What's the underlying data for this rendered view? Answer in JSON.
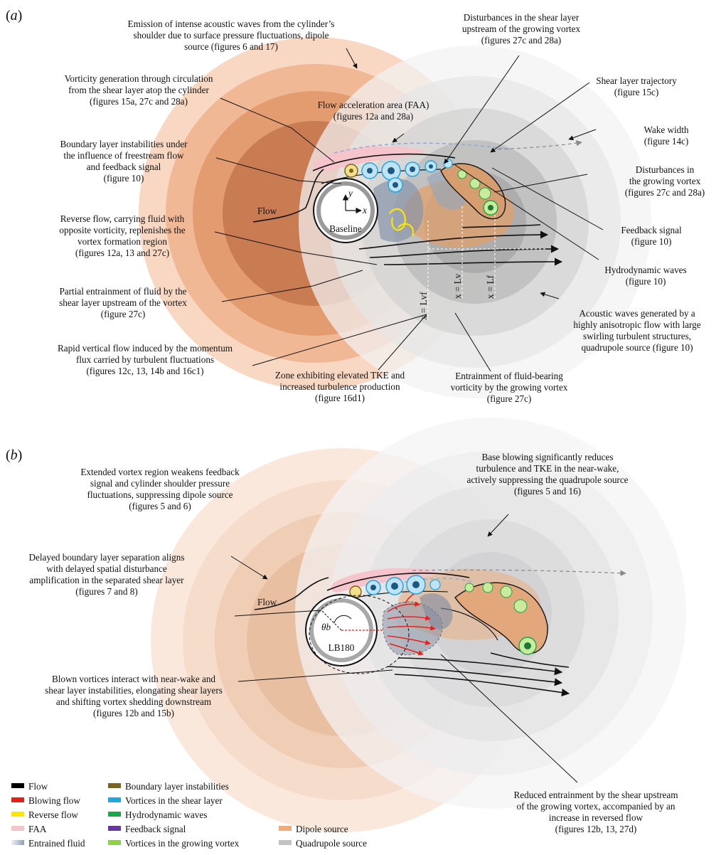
{
  "panel_a": {
    "label": "a",
    "cylinder_label": "Baseline",
    "flow_label": "Flow",
    "axis_x": "x",
    "axis_y": "y",
    "dim_labels": [
      "x = Lvf",
      "x = Lv",
      "x = Lf"
    ],
    "annotations": [
      {
        "id": "a-emission",
        "lines": [
          "Emission of intense acoustic waves from the cylinder’s",
          "shoulder due to surface pressure fluctuations, dipole",
          "source (figures 6 and 17)"
        ]
      },
      {
        "id": "a-vorticity-gen",
        "lines": [
          "Vorticity generation through circulation",
          "from the shear layer atop the cylinder",
          "(figures 15a, 27c and 28a)"
        ]
      },
      {
        "id": "a-faa",
        "lines": [
          "Flow acceleration area (FAA)",
          "(figures 12a and 28a)"
        ]
      },
      {
        "id": "a-bl-instab",
        "lines": [
          "Boundary layer instabilities under",
          "the influence of freestream flow",
          "and feedback signal",
          "(figure 10)"
        ]
      },
      {
        "id": "a-reverse",
        "lines": [
          "Reverse flow, carrying fluid with",
          "opposite vorticity, replenishes the",
          "vortex formation region",
          "(figures 12a, 13 and 27c)"
        ]
      },
      {
        "id": "a-partial",
        "lines": [
          "Partial entrainment of fluid by the",
          "shear layer upstream of the vortex",
          "(figure 27c)"
        ]
      },
      {
        "id": "a-rapid",
        "lines": [
          "Rapid vertical flow induced by the momentum",
          "flux carried by turbulent fluctuations",
          "(figures 12c, 13, 14b and 16c1)"
        ]
      },
      {
        "id": "a-tke",
        "lines": [
          "Zone exhibiting elevated TKE and",
          "increased turbulence production",
          "(figure 16d1)"
        ]
      },
      {
        "id": "a-dist-upstream",
        "lines": [
          "Disturbances in the shear layer",
          "upstream of the growing vortex",
          "(figures 27c and 28a)"
        ]
      },
      {
        "id": "a-trajectory",
        "lines": [
          "Shear layer trajectory",
          "(figure 15c)"
        ]
      },
      {
        "id": "a-wake",
        "lines": [
          "Wake width",
          "(figure 14c)"
        ]
      },
      {
        "id": "a-dist-vortex",
        "lines": [
          "Disturbances in",
          "the growing vortex",
          "(figures 27c and 28a)"
        ]
      },
      {
        "id": "a-feedback",
        "lines": [
          "Feedback signal",
          "(figure 10)"
        ]
      },
      {
        "id": "a-hydro",
        "lines": [
          "Hydrodynamic waves",
          "(figure 10)"
        ]
      },
      {
        "id": "a-acoustic",
        "lines": [
          "Acoustic waves generated by a",
          "highly anisotropic flow with large",
          "swirling turbulent structures,",
          "quadrupole source (figure 10)"
        ]
      },
      {
        "id": "a-entrain",
        "lines": [
          "Entrainment of fluid-bearing",
          "vorticity by the growing vortex",
          "(figure 27c)"
        ]
      }
    ]
  },
  "panel_b": {
    "label": "b",
    "cylinder_label": "LB180",
    "flow_label": "Flow",
    "angle_label": "θb",
    "annotations": [
      {
        "id": "b-extended",
        "lines": [
          "Extended vortex region weakens feedback",
          "signal and cylinder shoulder pressure",
          "fluctuations, suppressing dipole source",
          "(figures 5 and 6)"
        ]
      },
      {
        "id": "b-base",
        "lines": [
          "Base blowing significantly reduces",
          "turbulence and TKE in the near-wake,",
          "actively suppressing the quadrupole source",
          "(figures 5 and 16)"
        ]
      },
      {
        "id": "b-delayed",
        "lines": [
          "Delayed boundary layer separation aligns",
          "with delayed spatial disturbance",
          "amplification in the separated shear layer",
          "(figures 7 and 8)"
        ]
      },
      {
        "id": "b-blown",
        "lines": [
          "Blown vortices interact with near-wake and",
          "shear layer instabilities, elongating shear layers",
          "and shifting vortex shedding downstream",
          "(figures 12b and 15b)"
        ]
      },
      {
        "id": "b-reduced",
        "lines": [
          "Reduced entrainment by the shear upstream",
          "of the growing vortex, accompanied by an",
          "increase in reversed flow",
          "(figures 12b, 13, 27d)"
        ]
      }
    ]
  },
  "legend": [
    {
      "label": "Flow",
      "color": "#000000"
    },
    {
      "label": "Blowing flow",
      "color": "#e8201a"
    },
    {
      "label": "Reverse flow",
      "color": "#ffe600"
    },
    {
      "label": "FAA",
      "color": "#f6c5cc"
    },
    {
      "label": "Entrained fluid",
      "color": "#9aa9c2"
    },
    {
      "label": "Boundary layer instabilities",
      "color": "#7a6420"
    },
    {
      "label": "Vortices in the shear layer",
      "color": "#22a6e0"
    },
    {
      "label": "Hydrodynamic waves",
      "color": "#1aa64a"
    },
    {
      "label": "Feedback signal",
      "color": "#6a35a0"
    },
    {
      "label": "Vortices in the growing vortex",
      "color": "#8cd24a"
    },
    {
      "label": "Dipole source",
      "color": "#f2a877"
    },
    {
      "label": "Quadrupole source",
      "color": "#c2c2c2"
    }
  ]
}
